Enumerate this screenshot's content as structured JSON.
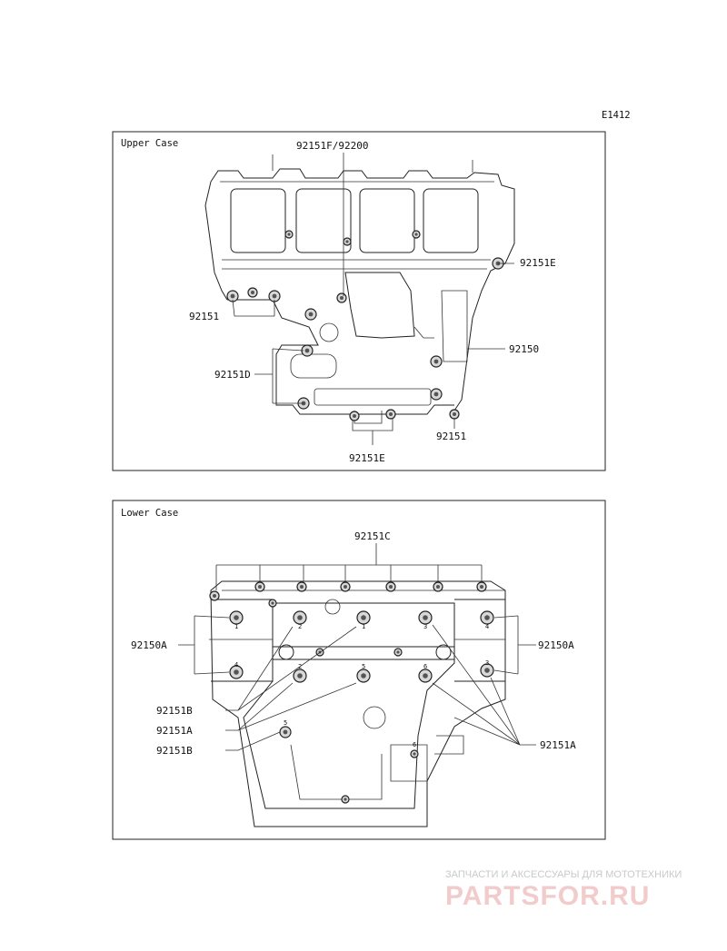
{
  "figure_code": "E1412",
  "upper_case": {
    "title": "Upper Case",
    "labels": {
      "top": "92151F/92200",
      "right_top": "92151E",
      "left_mid": "92151",
      "right_mid": "92150",
      "left_low": "92151D",
      "right_low": "92151",
      "bottom": "92151E"
    }
  },
  "lower_case": {
    "title": "Lower Case",
    "labels": {
      "top": "92151C",
      "left_a": "92150A",
      "right_a": "92150A",
      "left_b1": "92151B",
      "left_a1": "92151A",
      "left_b2": "92151B",
      "right_a1": "92151A"
    },
    "bolt_numbers": [
      "1",
      "2",
      "1",
      "3",
      "4",
      "4",
      "2",
      "5",
      "6",
      "3",
      "5",
      "6"
    ]
  },
  "watermark": {
    "tagline": "ЗАПЧАСТИ И АКСЕССУАРЫ ДЛЯ МОТОТЕХНИКИ",
    "logo": "PARTSFOR.RU"
  }
}
